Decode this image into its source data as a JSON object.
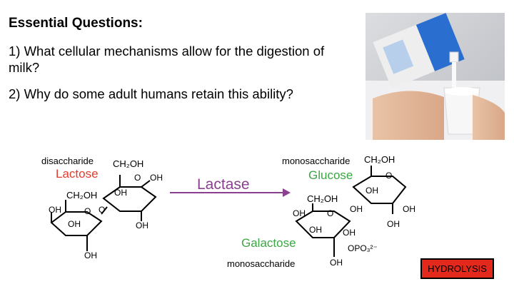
{
  "questions": {
    "title": "Essential Questions:",
    "q1": "1) What cellular mechanisms allow for the digestion of milk?",
    "q2": "2) Why do some adult humans retain this ability?"
  },
  "diagram": {
    "disaccharide_label": "disaccharide",
    "lactose_label": "Lactose",
    "enzyme_label": "Lactase",
    "monosaccharide_top_label": "monosaccharide",
    "glucose_label": "Glucose",
    "galactose_label": "Galactose",
    "monosaccharide_bottom_label": "monosaccharide",
    "chem": {
      "ch2oh": "CH₂OH",
      "oh": "OH",
      "o": "O",
      "opo3": "OPO₃²⁻"
    }
  },
  "hydrolysis_button": "HYDROLYSIS",
  "colors": {
    "lactose": "#e33b2c",
    "glucose_galactose": "#3ea545",
    "lactase": "#8b3f8f",
    "hydrolysis_bg": "#e3291b"
  }
}
